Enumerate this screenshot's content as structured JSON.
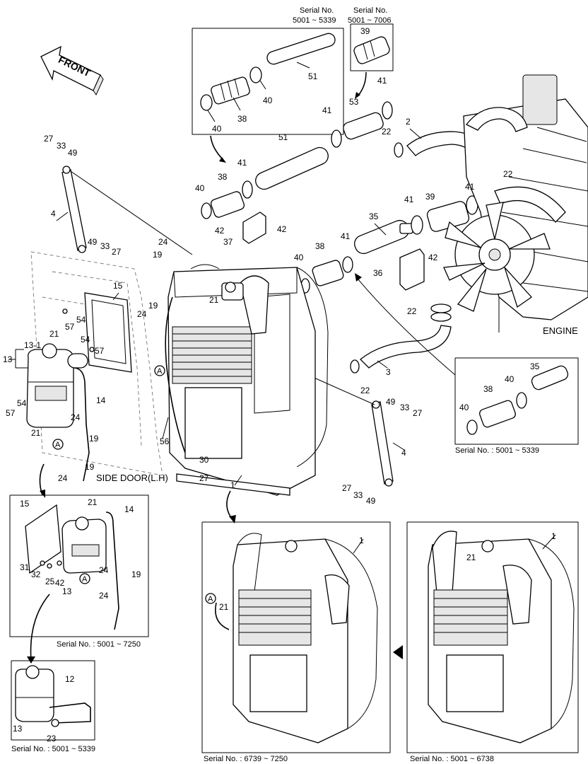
{
  "front": "FRONT",
  "engine_label": "ENGINE",
  "side_door_label": "SIDE DOOR(L.H)",
  "ref_marker": "A",
  "serial_notes": {
    "top_a_line1": "Serial No.",
    "top_a_line2": "5001 ~ 5339",
    "top_b_line1": "Serial No.",
    "top_b_line2": "5001 ~ 7006",
    "right_inset": "Serial No. : 5001 ~ 5339",
    "left_inset": "Serial No. : 5001 ~ 7250",
    "small_inset": "Serial No. : 5001 ~ 5339",
    "rad_mid": "Serial No. : 6739 ~ 7250",
    "rad_right": "Serial No. : 5001 ~ 6738"
  },
  "callouts": {
    "c27a": "27",
    "c33a": "33",
    "c49a": "49",
    "c4a": "4",
    "c49b": "49",
    "c33b": "33",
    "c27b": "27",
    "c15": "15",
    "c40a": "40",
    "c38a": "38",
    "c40b": "40",
    "c51a": "51",
    "c39a": "39",
    "c41a": "41",
    "c53": "53",
    "c41b": "41",
    "c51b": "51",
    "c41c": "41",
    "c38b": "38",
    "c40c": "40",
    "c22a": "22",
    "c2": "2",
    "c22b": "22",
    "c41d": "41",
    "c41e": "41",
    "c39b": "39",
    "c35": "35",
    "c42a": "42",
    "c37": "37",
    "c42b": "42",
    "c24a": "24",
    "c19a": "19",
    "c41f": "41",
    "c38c": "38",
    "c40d": "40",
    "c36": "36",
    "c42c": "42",
    "c21a": "21",
    "c19b": "19",
    "c24b": "24",
    "c22c": "22",
    "c3": "3",
    "c22d": "22",
    "c13": "13",
    "c13_1": "13-1",
    "c21b": "21",
    "c54a": "54",
    "c57a": "57",
    "c54b": "54",
    "c57b": "57",
    "c14": "14",
    "c54c": "54",
    "c57c": "57",
    "c21c": "21",
    "c24c": "24",
    "c19c": "19",
    "c24d": "24",
    "c19d": "19",
    "c56": "56",
    "c30": "30",
    "c27c": "27",
    "c1": "1",
    "c49c": "49",
    "c33c": "33",
    "c27d": "27",
    "c4b": "4",
    "c27e": "27",
    "c33d": "33",
    "c49d": "49",
    "r35": "35",
    "r40a": "40",
    "r38": "38",
    "r40b": "40",
    "l15": "15",
    "l21": "21",
    "l14": "14",
    "l31": "31",
    "l32": "32",
    "l42": "42",
    "l25": "25",
    "l24a": "24",
    "l19": "19",
    "l24b": "24",
    "l13": "13",
    "s12": "12",
    "s13": "13",
    "s23": "23",
    "m1": "1",
    "m21": "21",
    "n1": "1",
    "n21": "21"
  }
}
